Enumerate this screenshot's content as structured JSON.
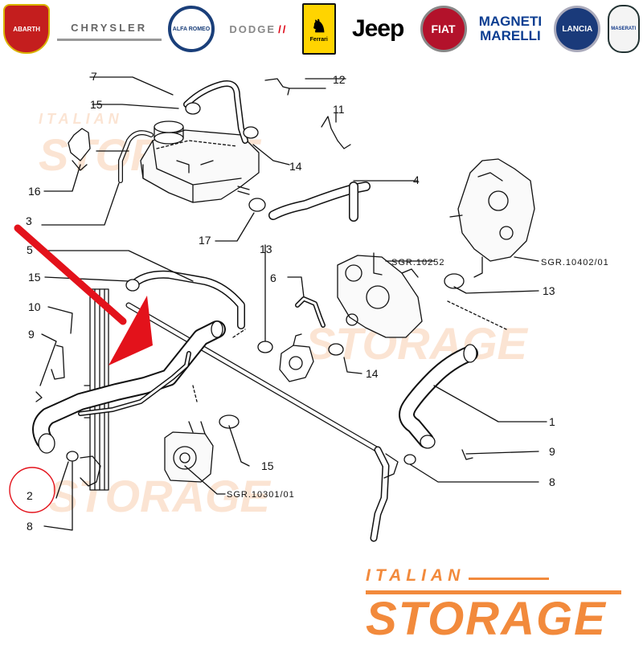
{
  "brands": [
    {
      "id": "abarth",
      "label": "ABARTH",
      "icon": "scorpion-icon"
    },
    {
      "id": "chrysler",
      "label": "CHRYSLER",
      "icon": "wings-icon"
    },
    {
      "id": "alfa",
      "label": "ALFA ROMEO",
      "icon": "alfa-romeo-badge"
    },
    {
      "id": "dodge",
      "label": "DODGE",
      "icon": "dodge-stripes-icon"
    },
    {
      "id": "ferrari",
      "label": "Ferrari",
      "icon": "prancing-horse-icon"
    },
    {
      "id": "jeep",
      "label": "Jeep",
      "icon": "jeep-wordmark"
    },
    {
      "id": "fiat",
      "label": "FIAT",
      "icon": "fiat-badge"
    },
    {
      "id": "magneti",
      "label": "MAGNETI MARELLI",
      "icon": "magneti-marelli-wordmark"
    },
    {
      "id": "lancia",
      "label": "LANCIA",
      "icon": "lancia-badge"
    },
    {
      "id": "maserati",
      "label": "MASERATI",
      "icon": "trident-icon"
    }
  ],
  "callouts": {
    "c1": "1",
    "c2": "2",
    "c3": "3",
    "c4": "4",
    "c5": "5",
    "c6": "6",
    "c7": "7",
    "c8a": "8",
    "c8b": "8",
    "c9a": "9",
    "c9b": "9",
    "c10": "10",
    "c11": "11",
    "c12": "12",
    "c13a": "13",
    "c13b": "13",
    "c14a": "14",
    "c14b": "14",
    "c15a": "15",
    "c15b": "15",
    "c15c": "15",
    "c16": "16",
    "c17": "17"
  },
  "refs": {
    "sgr10252": "SGR.10252",
    "sgr10402": "SGR.10402/01",
    "sgr10301": "SGR.10301/01"
  },
  "watermark": {
    "top": "ITALIAN",
    "main": "STORAGE"
  },
  "colors": {
    "arrow": "#e3121b",
    "highlight_circle": "#e3121b",
    "watermark": "#f28a3c",
    "line": "#111111"
  }
}
